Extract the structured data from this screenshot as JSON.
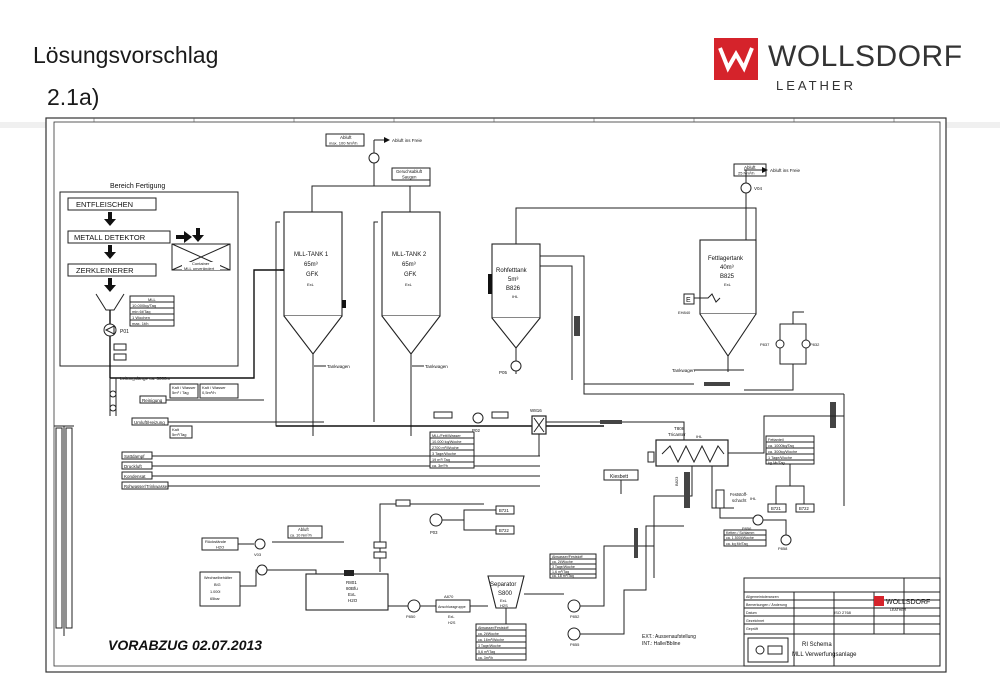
{
  "slide": {
    "title": "Lösungsvorschlag",
    "subtitle": "2.1a)"
  },
  "logo": {
    "name": "WOLLSDORF",
    "sub": "LEATHER",
    "color": "#d5232b"
  },
  "diagram": {
    "area_title": "Bereich Fertigung",
    "process_steps": [
      "ENTFLEISCHEN",
      "METALL DETEKTOR",
      "ZERKLEINERER"
    ],
    "container_label": [
      "Container",
      "MLL unverändert"
    ],
    "pump_p01": "P01",
    "pipe_note": "Leitungslänge ca. 3000m",
    "tanks": [
      {
        "lines": [
          "MLL-TANK 1",
          "65m³",
          "GFK"
        ],
        "sub": "ExL"
      },
      {
        "lines": [
          "MLL-TANK 2",
          "65m³",
          "GFK"
        ],
        "sub": "ExL"
      },
      {
        "lines": [
          "Rohfetttank",
          "5m³",
          "B826"
        ],
        "sub": "IHL"
      },
      {
        "lines": [
          "Fettlagertank",
          "40m³",
          "B825"
        ],
        "sub": "ExL"
      }
    ],
    "tankwagen": "Tankwagen",
    "exhaust_top": {
      "box": [
        "Abluft",
        "max. 100 Nm³/h"
      ],
      "arrow": "Abluft ins Freie"
    },
    "exhaust_right": {
      "box": [
        "Abluft",
        "25 Nm³/h"
      ],
      "arrow": "Abluft ins Freie",
      "fan": "V04"
    },
    "odor_box": [
      "Geruchsabluft",
      "Saugen"
    ],
    "utilities": [
      "Reinigung",
      "Umluft/Heizung",
      "Sattdampf",
      "Druckluft",
      "Kondensat",
      "Rohwasser/Trinkwasser"
    ],
    "utility_values": [
      [
        "Kalt / Wasser",
        "5m³ / Tag",
        "0,5m³/h"
      ],
      [
        "Kalt",
        "5m³/Tag"
      ]
    ],
    "equipment": {
      "p02": "P02",
      "p03": "P03",
      "p04": "P04",
      "p05": "P05",
      "b721": "B721",
      "b722": "B722",
      "w816": "W816",
      "v03": "V03",
      "p850": "P850",
      "p852": "P852",
      "p856": "P856",
      "p858": "P858",
      "p855": "P855",
      "p837": "P837",
      "p832": "P832",
      "t808": "T808",
      "t808_label": "Tricanter",
      "t808_sub": "IHL",
      "b823": "B823",
      "eh840": "EH840",
      "e_box": "E",
      "reactor": [
        "R801",
        "80Bfu",
        "ExL",
        "H2O"
      ],
      "separator": [
        "Separator",
        "S800"
      ],
      "separator_sub": [
        "ExL",
        "H2S"
      ],
      "a870": [
        "A870",
        "Anschlussgruppe",
        "ExL",
        "H2S"
      ],
      "waermetauscher": [
        "Wechselbehälter",
        "BIG",
        "1.000l",
        "65bar"
      ],
      "kiesbett": "Kiesbett",
      "festst": [
        "Feststoff-",
        "schacht"
      ],
      "festst_sub": "IHL",
      "rueckstand": [
        "Rückstände",
        "H2O"
      ]
    },
    "rate_tables": {
      "mll": [
        "MLL",
        "10.000kg/Tag",
        "min 6t/Tag",
        "1 Wochen",
        "max. 1t/h"
      ],
      "mid": [
        "MLL/Fett/Wasser",
        "10.000 kg/Woche",
        "2700 m³/Woche",
        "3 Tage/Woche",
        "19 m³/ Tag",
        "ca. 3m³/h"
      ],
      "fett_oben": [
        "Fettanteil",
        "ca. 1000kg/Tag",
        "ca. 300kg/Woche",
        "1 Tage/Woche",
        "kg Mr/Tag"
      ],
      "fett_unten": [
        "Ketten / Schlamm",
        "ca. 1.500t/Woche",
        "ca. kg Mr/Tag"
      ],
      "abwasser": [
        "Abwasser/Feststoff",
        "ca. 2t/Woche",
        "3 Tage/Woche",
        "1,6 m³/Tag",
        "ca. 18 m³/Tag"
      ],
      "separator_out": [
        "Abwasser/Feststoff",
        "ca. 2t/Woche",
        "ca. 16m³/Woche",
        "3 Tage/Woche",
        "5,6 m³/Tag",
        "ca. 3m³/h"
      ],
      "abluft_small": [
        "Abluft",
        "ca. 10 Nm³/h"
      ]
    },
    "watermark": "VORABZUG 02.07.2013",
    "legend": [
      "EXT.: Aussenaufstellung",
      "INT.: Halle/Bbline"
    ],
    "title_block": {
      "company": "WOLLSDORF",
      "company_sub": "LEATHER",
      "drawing_title": "RI Schema",
      "drawing_subtitle": "MLL Verwerfungsanlage",
      "rows": [
        "Allgemeintoleranzen",
        "Bemerkungen / Änderung",
        "Datum",
        "Gezeichnet",
        "Geprüft"
      ],
      "norm": "ISO 2768"
    }
  }
}
